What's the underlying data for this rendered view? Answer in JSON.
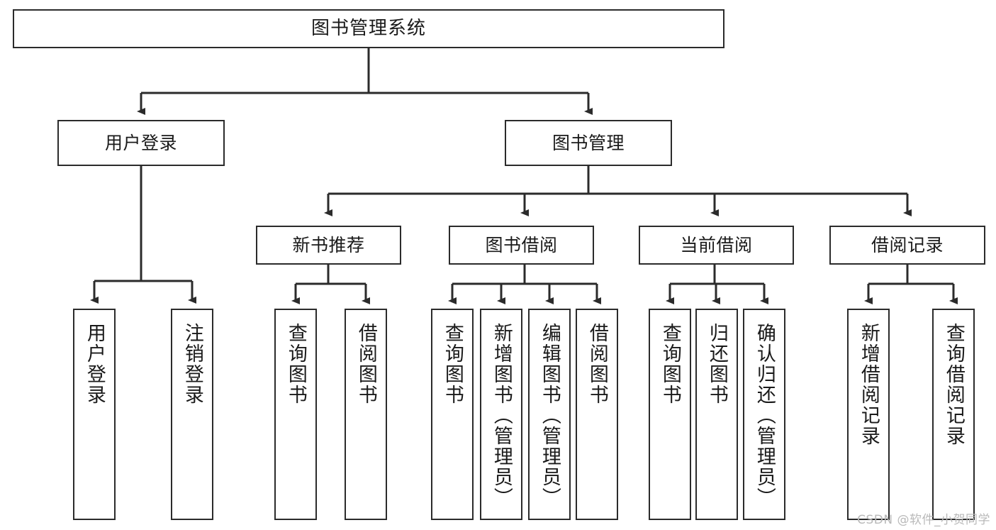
{
  "diagram": {
    "title": "图书管理系统",
    "type": "tree-hierarchy",
    "watermark": "CSDN @软件_小贺同学",
    "nodes": {
      "root": {
        "label": "图书管理系统",
        "level": 1,
        "orientation": "horizontal"
      },
      "l2_user_login": {
        "label": "用户登录",
        "level": 2,
        "orientation": "horizontal"
      },
      "l2_book_mgmt": {
        "label": "图书管理",
        "level": 2,
        "orientation": "horizontal"
      },
      "l3_new_book_rec": {
        "label": "新书推荐",
        "level": 3,
        "orientation": "horizontal"
      },
      "l3_book_borrow": {
        "label": "图书借阅",
        "level": 3,
        "orientation": "horizontal"
      },
      "l3_current_borrow": {
        "label": "当前借阅",
        "level": 3,
        "orientation": "horizontal"
      },
      "l3_borrow_record": {
        "label": "借阅记录",
        "level": 3,
        "orientation": "horizontal"
      },
      "leaf_user_login": {
        "label": "用户登录",
        "level": 4,
        "orientation": "vertical"
      },
      "leaf_logout": {
        "label": "注销登录",
        "level": 4,
        "orientation": "vertical"
      },
      "leaf_query_book_a": {
        "label": "查询图书",
        "level": 4,
        "orientation": "vertical"
      },
      "leaf_borrow_book_a": {
        "label": "借阅图书",
        "level": 4,
        "orientation": "vertical"
      },
      "leaf_query_book_b": {
        "label": "查询图书",
        "level": 4,
        "orientation": "vertical"
      },
      "leaf_add_book": {
        "label": "新增图书（管理员）",
        "level": 4,
        "orientation": "vertical"
      },
      "leaf_edit_book": {
        "label": "编辑图书（管理员）",
        "level": 4,
        "orientation": "vertical"
      },
      "leaf_borrow_book_b": {
        "label": "借阅图书",
        "level": 4,
        "orientation": "vertical"
      },
      "leaf_query_book_c": {
        "label": "查询图书",
        "level": 4,
        "orientation": "vertical"
      },
      "leaf_return_book": {
        "label": "归还图书",
        "level": 4,
        "orientation": "vertical"
      },
      "leaf_confirm_return": {
        "label": "确认归还（管理员）",
        "level": 4,
        "orientation": "vertical"
      },
      "leaf_add_record": {
        "label": "新增借阅记录",
        "level": 4,
        "orientation": "vertical"
      },
      "leaf_query_record": {
        "label": "查询借阅记录",
        "level": 4,
        "orientation": "vertical"
      }
    },
    "edges": [
      {
        "from": "root",
        "to": "l2_user_login"
      },
      {
        "from": "root",
        "to": "l2_book_mgmt"
      },
      {
        "from": "l2_user_login",
        "to": "leaf_user_login"
      },
      {
        "from": "l2_user_login",
        "to": "leaf_logout"
      },
      {
        "from": "l2_book_mgmt",
        "to": "l3_new_book_rec"
      },
      {
        "from": "l2_book_mgmt",
        "to": "l3_book_borrow"
      },
      {
        "from": "l2_book_mgmt",
        "to": "l3_current_borrow"
      },
      {
        "from": "l2_book_mgmt",
        "to": "l3_borrow_record"
      },
      {
        "from": "l3_new_book_rec",
        "to": "leaf_query_book_a"
      },
      {
        "from": "l3_new_book_rec",
        "to": "leaf_borrow_book_a"
      },
      {
        "from": "l3_book_borrow",
        "to": "leaf_query_book_b"
      },
      {
        "from": "l3_book_borrow",
        "to": "leaf_add_book"
      },
      {
        "from": "l3_book_borrow",
        "to": "leaf_edit_book"
      },
      {
        "from": "l3_book_borrow",
        "to": "leaf_borrow_book_b"
      },
      {
        "from": "l3_current_borrow",
        "to": "leaf_query_book_c"
      },
      {
        "from": "l3_current_borrow",
        "to": "leaf_return_book"
      },
      {
        "from": "l3_current_borrow",
        "to": "leaf_confirm_return"
      },
      {
        "from": "l3_borrow_record",
        "to": "leaf_add_record"
      },
      {
        "from": "l3_borrow_record",
        "to": "leaf_query_record"
      }
    ],
    "colors": {
      "stroke": "#2b2b2b",
      "fill": "#ffffff",
      "text": "#1a1a1a",
      "watermark": "#b9b9b9"
    }
  }
}
